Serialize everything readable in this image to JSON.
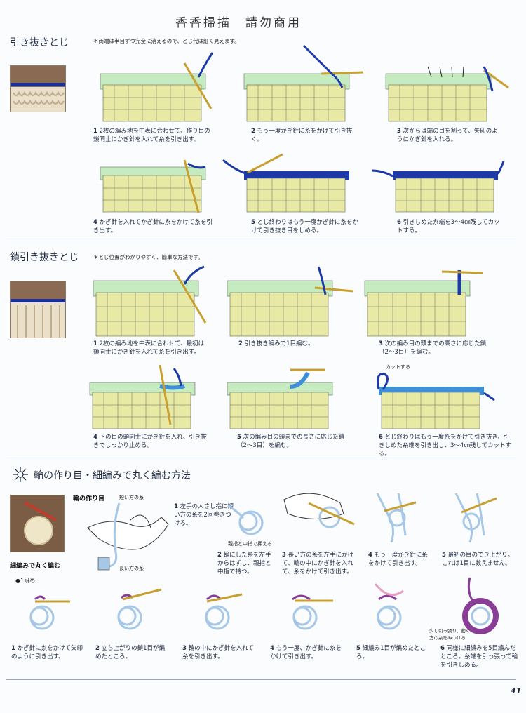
{
  "watermark": "香香掃描　請勿商用",
  "page_number": "41",
  "section1": {
    "title": "引き抜きとじ",
    "note": "＊両端は半目ずつ完全に消えるので、とじ代は細く見えます。",
    "steps": [
      {
        "num": "1",
        "text": "2枚の編み地を中表に合わせて、作り目の鎖同士にかぎ針を入れて糸を引き出す。"
      },
      {
        "num": "2",
        "text": "もう一度かぎ針に糸をかけて引き抜く。"
      },
      {
        "num": "3",
        "text": "次からは端の目を割って、矢印のようにかぎ針を入れる。"
      },
      {
        "num": "4",
        "text": "かぎ針を入れてかぎ針に糸をかけて糸を引き出す。"
      },
      {
        "num": "5",
        "text": "とじ終わりはもう一度かぎ針に糸をかけて引き抜き目をしめる。"
      },
      {
        "num": "6",
        "text": "引きしめた糸端を3〜4㎝残してカットする。"
      }
    ]
  },
  "section2": {
    "title": "鎖引き抜きとじ",
    "note": "＊とじ位置がわかりやすく、簡単な方法です。",
    "cut_label": "カットする",
    "steps": [
      {
        "num": "1",
        "text": "2枚の編み地を中表に合わせて、最初は鎖同士にかぎ針を入れて糸を引き出す。"
      },
      {
        "num": "2",
        "text": "引き抜き編みで1目編む。"
      },
      {
        "num": "3",
        "text": "次の編み目の頭までの高さに応じた鎖（2〜3目）を編む。"
      },
      {
        "num": "4",
        "text": "下の目の頭同士にかぎ針を入れ、引き抜きでしっかり止める。"
      },
      {
        "num": "5",
        "text": "次の編み目の頭までの長さに応じた鎖（2〜3目）を編む。"
      },
      {
        "num": "6",
        "text": "とじ終わりはもう一度糸をかけて引き抜き、引きしめた糸端を引き出し、3〜4㎝残してカットする。"
      }
    ]
  },
  "section3": {
    "title": "輪の作り目・細編みで丸く編む方法",
    "ring_heading": "輪の作り目",
    "sc_heading": "細編みで丸く編む",
    "round_label": "●1段め",
    "label_short_end": "短い方の糸",
    "label_long_end": "長い方の糸",
    "label_press": "親指と中指で押える",
    "label_pull": "少し引っ張り、動く方の糸をみつける",
    "ring_steps": [
      {
        "num": "1",
        "text": "左手の人さし指に短い方の糸を2回巻きつける。"
      },
      {
        "num": "2",
        "text": "輪にした糸を左手からはずし、親指と中指で持つ。"
      },
      {
        "num": "3",
        "text": "長い方の糸を左手にかけて、輪の中にかぎ針を入れて、糸をかけて引き出す。"
      },
      {
        "num": "4",
        "text": "もう一度かぎ針に糸をかけて引き出す。"
      },
      {
        "num": "5",
        "text": "最初の目のでき上がり。これは1目に数えません。"
      }
    ],
    "sc_steps": [
      {
        "num": "1",
        "text": "かぎ針に糸をかけて矢印のように引き出す。"
      },
      {
        "num": "2",
        "text": "立ち上がりの鎖1目が編めたところ。"
      },
      {
        "num": "3",
        "text": "輪の中にかぎ針を入れて糸を引き出す。"
      },
      {
        "num": "4",
        "text": "もう一度、かぎ針に糸をかけて引き出す。"
      },
      {
        "num": "5",
        "text": "細編み1目が編めたところ。"
      },
      {
        "num": "6",
        "text": "同様に細編みを5目編んだところ。糸端を引っ張って輪を引きしめる。"
      }
    ]
  },
  "colors": {
    "fabric_yellow": "#e9e9a6",
    "fabric_green": "#c7ebc0",
    "stitch_line": "#5e6b5a",
    "yarn_blue": "#1e3aa8",
    "yarn_lightblue": "#3f8fd8",
    "hook": "#c8a030",
    "loop_blue": "#a7c7e6",
    "loop_purple": "#8a3d97"
  }
}
